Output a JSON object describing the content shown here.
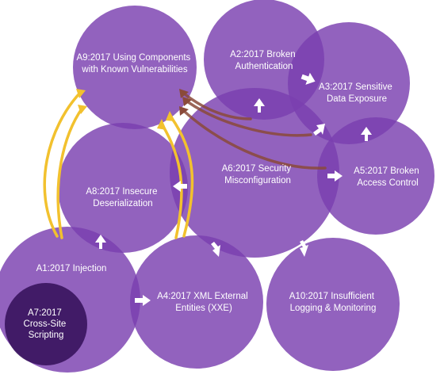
{
  "nodes": [
    {
      "id": "a9",
      "lines": [
        "A9:2017 Using Components",
        "with Known Vulnerabilities"
      ]
    },
    {
      "id": "a2",
      "lines": [
        "A2:2017 Broken",
        "Authentication"
      ]
    },
    {
      "id": "a3",
      "lines": [
        "A3:2017 Sensitive",
        "Data Exposure"
      ]
    },
    {
      "id": "a6",
      "lines": [
        "A6:2017 Security",
        "Misconfiguration"
      ]
    },
    {
      "id": "a8",
      "lines": [
        "A8:2017 Insecure",
        "Deserialization"
      ]
    },
    {
      "id": "a5",
      "lines": [
        "A5:2017 Broken",
        "Access Control"
      ]
    },
    {
      "id": "a1",
      "lines": [
        "A1:2017 Injection"
      ]
    },
    {
      "id": "a4",
      "lines": [
        "A4:2017 XML External",
        "Entities (XXE)"
      ]
    },
    {
      "id": "a10",
      "lines": [
        "A10:2017 Insufficient",
        "Logging & Monitoring"
      ]
    },
    {
      "id": "a7",
      "lines": [
        "A7:2017",
        "Cross-Site",
        "Scripting"
      ]
    }
  ],
  "colors": {
    "circle": "#7a3fb0",
    "inner_circle": "#3b1560",
    "yellow_arrows": "#f2c12e",
    "brown_arrows": "#8a4a3a",
    "white_arrows": "#ffffff"
  }
}
